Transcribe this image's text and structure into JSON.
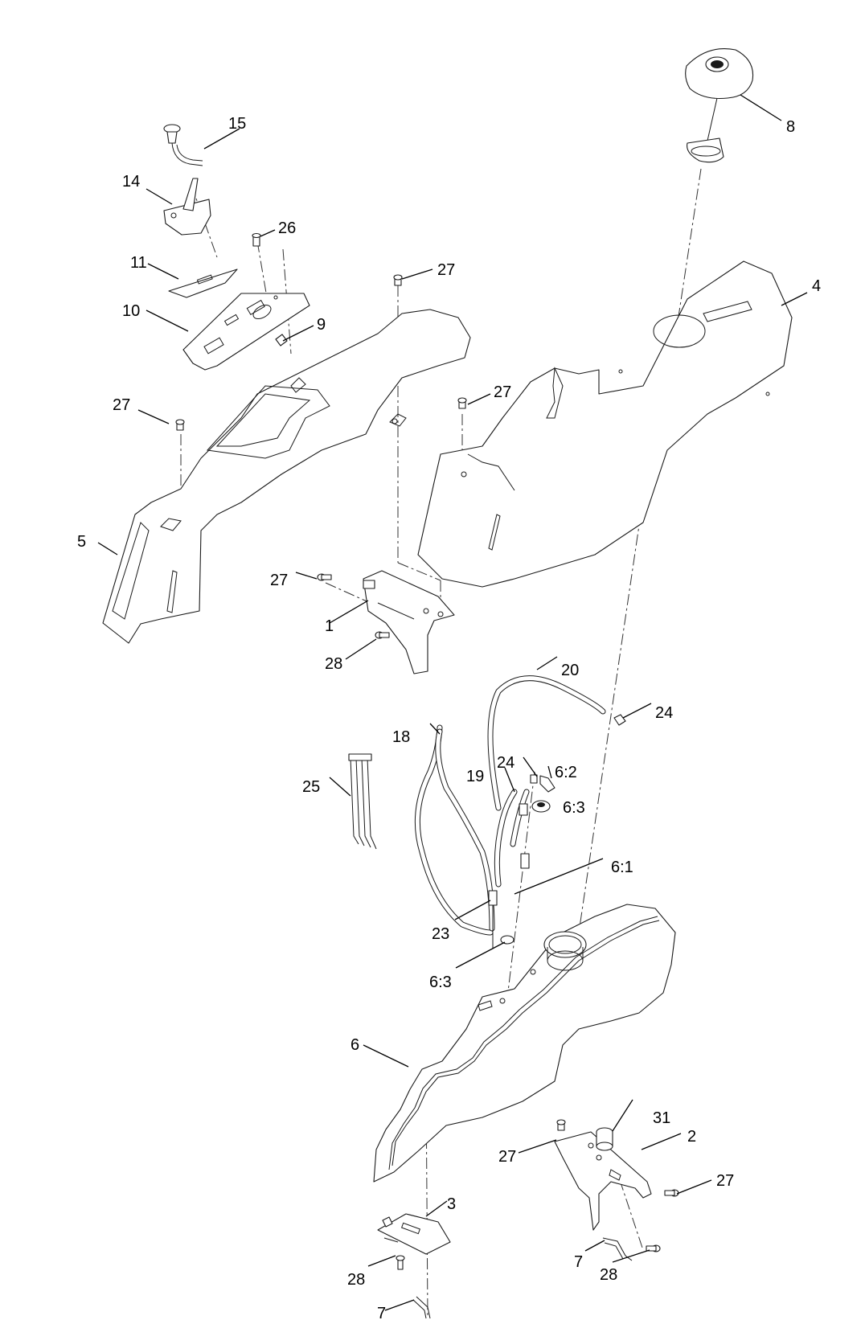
{
  "diagram": {
    "type": "exploded parts view",
    "callouts": {
      "c1": "1",
      "c2": "2",
      "c3": "3",
      "c4": "4",
      "c5": "5",
      "c6": "6",
      "c6_1": "6:1",
      "c6_2": "6:2",
      "c6_3a": "6:3",
      "c6_3b": "6:3",
      "c7a": "7",
      "c7b": "7",
      "c8": "8",
      "c9": "9",
      "c10": "10",
      "c11": "11",
      "c14": "14",
      "c15": "15",
      "c18": "18",
      "c19": "19",
      "c20": "20",
      "c23": "23",
      "c24a": "24",
      "c24b": "24",
      "c25": "25",
      "c26": "26",
      "c27a": "27",
      "c27b": "27",
      "c27c": "27",
      "c27d": "27",
      "c27e": "27",
      "c27f": "27",
      "c28a": "28",
      "c28b": "28",
      "c28c": "28",
      "c31": "31"
    }
  }
}
